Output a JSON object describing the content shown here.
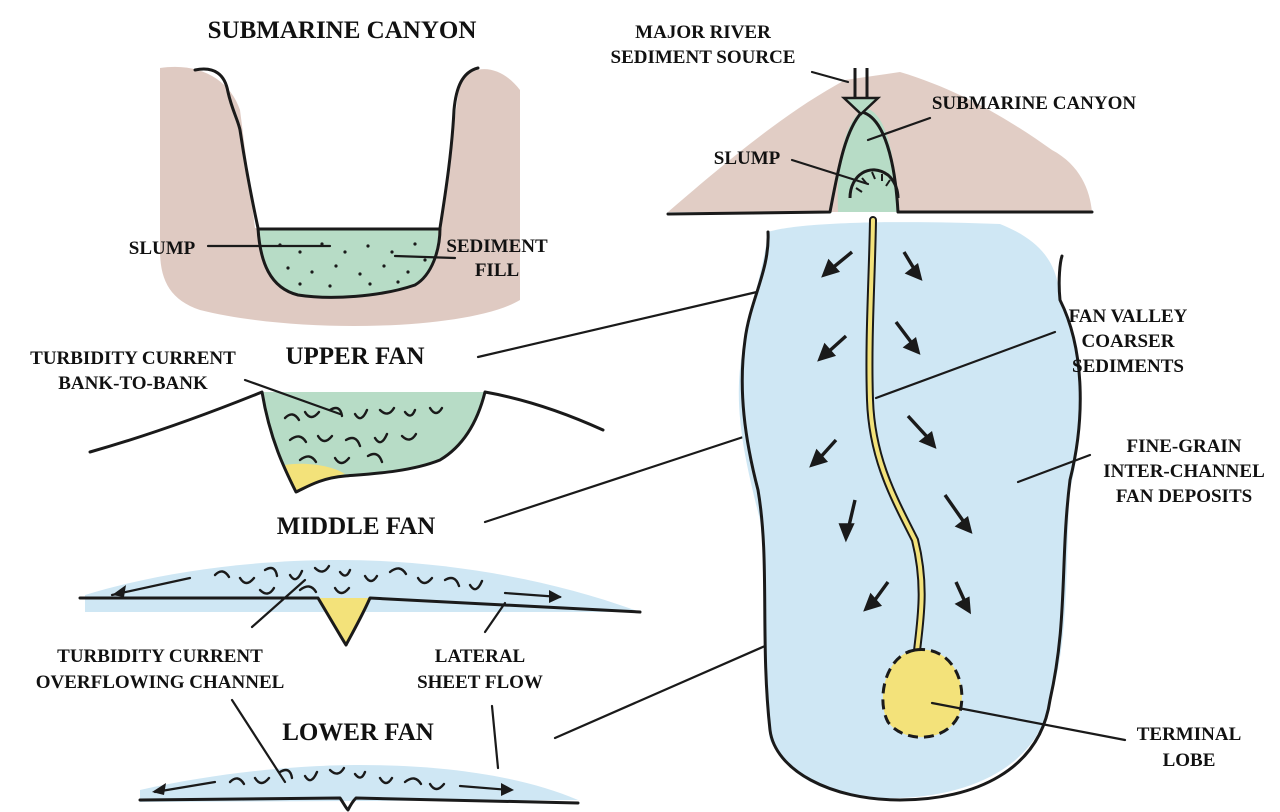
{
  "titles": {
    "submarine_canyon": "SUBMARINE CANYON",
    "upper_fan": "UPPER FAN",
    "middle_fan": "MIDDLE FAN",
    "lower_fan": "LOWER FAN"
  },
  "labels": {
    "slump_left": "SLUMP",
    "sediment_fill_1": "SEDIMENT",
    "sediment_fill_2": "FILL",
    "turbidity_bank_1": "TURBIDITY CURRENT",
    "turbidity_bank_2": "BANK-TO-BANK",
    "turbidity_overflow_1": "TURBIDITY CURRENT",
    "turbidity_overflow_2": "OVERFLOWING CHANNEL",
    "lateral_1": "LATERAL",
    "lateral_2": "SHEET FLOW",
    "major_river_1": "MAJOR RIVER",
    "major_river_2": "SEDIMENT SOURCE",
    "submarine_canyon_right": "SUBMARINE CANYON",
    "slump_right": "SLUMP",
    "fan_valley_1": "FAN VALLEY",
    "fan_valley_2": "COARSER",
    "fan_valley_3": "SEDIMENTS",
    "fine_grain_1": "FINE-GRAIN",
    "fine_grain_2": "INTER-CHANNEL",
    "fine_grain_3": "FAN DEPOSITS",
    "terminal_1": "TERMINAL",
    "terminal_2": "LOBE"
  },
  "colors": {
    "rock": "#dcc4bb",
    "canyon_fill": "#b7dcc6",
    "water": "#cfe7f4",
    "coarse": "#f3e27a",
    "outline": "#1a1a1a"
  }
}
